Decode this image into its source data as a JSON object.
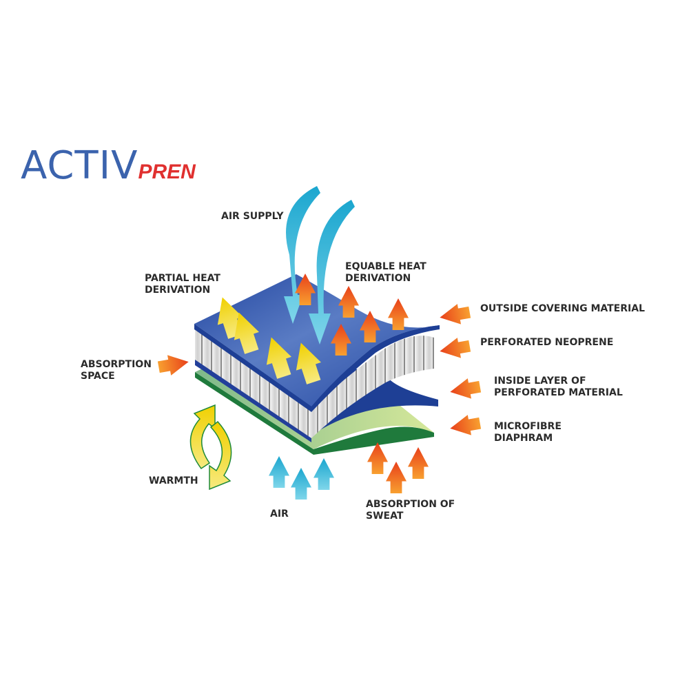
{
  "logo": {
    "main": "ACTIV",
    "suffix": "PREN"
  },
  "labels": {
    "air_supply": [
      "AIR SUPPLY"
    ],
    "equable_heat": [
      "EQUABLE HEAT",
      "DERIVATION"
    ],
    "partial_heat": [
      "PARTIAL HEAT",
      "DERIVATION"
    ],
    "outside_covering": [
      "OUTSIDE COVERING MATERIAL"
    ],
    "perforated_neoprene": [
      "PERFORATED NEOPRENE"
    ],
    "inside_layer": [
      "INSIDE LAYER OF",
      "PERFORATED MATERIAL"
    ],
    "microfibre": [
      "MICROFIBRE",
      "DIAPHRAM"
    ],
    "absorption_space": [
      "ABSORPTION",
      "SPACE"
    ],
    "warmth": [
      "WARMTH"
    ],
    "air": [
      "AIR"
    ],
    "absorption_sweat": [
      "ABSORPTION OF",
      "SWEAT"
    ]
  },
  "colors": {
    "outer_blue": "#2f55a8",
    "inner_blue": "#1e3f95",
    "green": "#1f7a3c",
    "light_green": "#c9e29a",
    "orange": "#f07a1a",
    "yellow": "#f2d000",
    "cyan": "#29b6d8",
    "logo_blue": "#3b63ad",
    "logo_red": "#e0302f"
  }
}
